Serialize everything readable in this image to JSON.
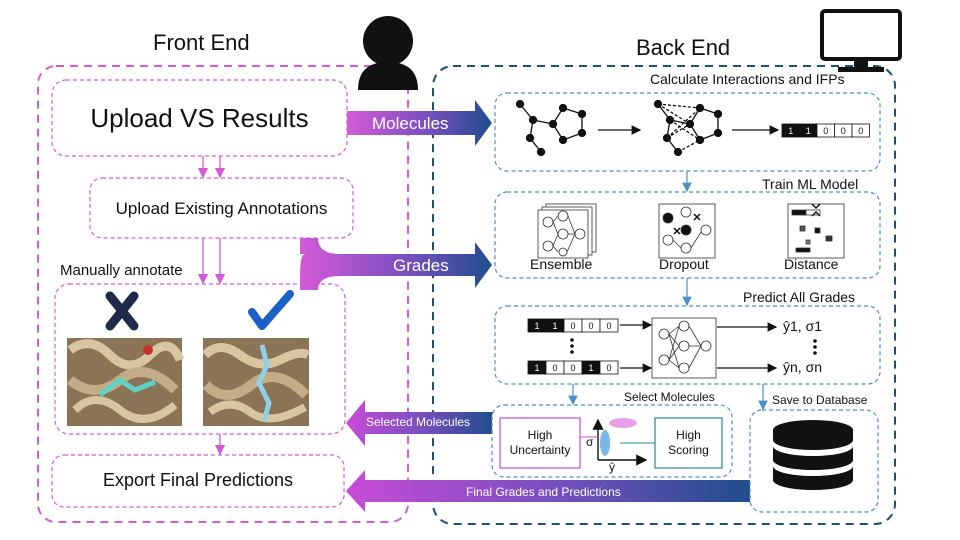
{
  "front_end": {
    "title": "Front End",
    "upload_vs": "Upload VS Results",
    "upload_annotations": "Upload Existing Annotations",
    "manually_annotate": "Manually annotate",
    "export": "Export Final Predictions"
  },
  "back_end": {
    "title": "Back End",
    "calc_title": "Calculate Interactions and IFPs",
    "train_title": "Train ML Model",
    "models": [
      "Ensemble",
      "Dropout",
      "Distance"
    ],
    "predict_title": "Predict All Grades",
    "select_title": "Select Molecules",
    "high_uncertainty": [
      "High",
      "Uncertainty"
    ],
    "high_scoring": [
      "High",
      "Scoring"
    ],
    "sigma": "σ",
    "yhat": "ŷ",
    "save_title": "Save to Database",
    "bits_top": [
      "1",
      "1",
      "0",
      "0",
      "0"
    ],
    "bits_row1": [
      "1",
      "1",
      "0",
      "0",
      "0"
    ],
    "bits_row2": [
      "1",
      "0",
      "0",
      "1",
      "0"
    ],
    "out1": "ŷ1, σ1",
    "outn": "ŷn, σn"
  },
  "arrows": {
    "molecules": "Molecules",
    "grades": "Grades",
    "selected": "Selected Molecules",
    "final": "Final Grades and Predictions"
  },
  "colors": {
    "front": "#d65ad6",
    "back": "#1f4e79",
    "inner_blue": "#4a90c8",
    "arrow_magenta": "#c84bd8",
    "arrow_navy": "#1f4e8c"
  }
}
